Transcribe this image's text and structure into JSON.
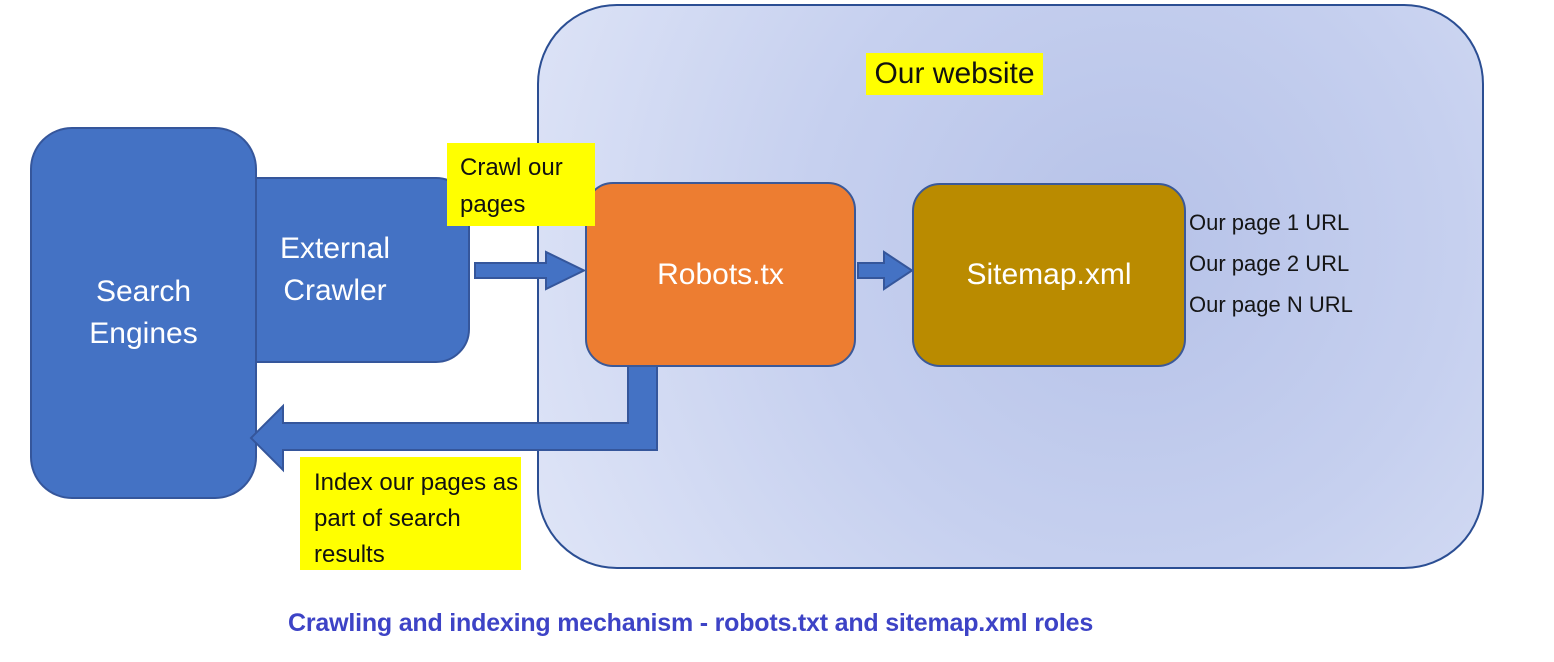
{
  "title": {
    "text": "Our website"
  },
  "nodes": {
    "search_engines": {
      "label": "Search Engines"
    },
    "external_crawler": {
      "label": "External Crawler"
    },
    "robots": {
      "label": "Robots.tx"
    },
    "sitemap": {
      "label": "Sitemap.xml"
    }
  },
  "annotations": {
    "crawl": {
      "text": "Crawl our pages"
    },
    "index": {
      "text": "Index our pages as part of search results"
    }
  },
  "urls": {
    "items": [
      "Our page 1 URL",
      "Our page 2 URL",
      "Our page N URL"
    ]
  },
  "caption": {
    "text": "Crawling and indexing mechanism - robots.txt and sitemap.xml roles"
  },
  "colors": {
    "node_blue": "#4472C4",
    "node_orange": "#ED7D31",
    "node_gold": "#BA8B00",
    "highlight_yellow": "#FFFF00",
    "container_fill_center": "#B6C2E8",
    "container_fill_edge": "#DFE5F7",
    "container_border": "#2B4E93",
    "shape_border": "#35569B",
    "arrow_blue": "#4472C4",
    "caption_blue": "#3D43C6",
    "text_white": "#FFFFFF",
    "text_black": "#111111"
  }
}
